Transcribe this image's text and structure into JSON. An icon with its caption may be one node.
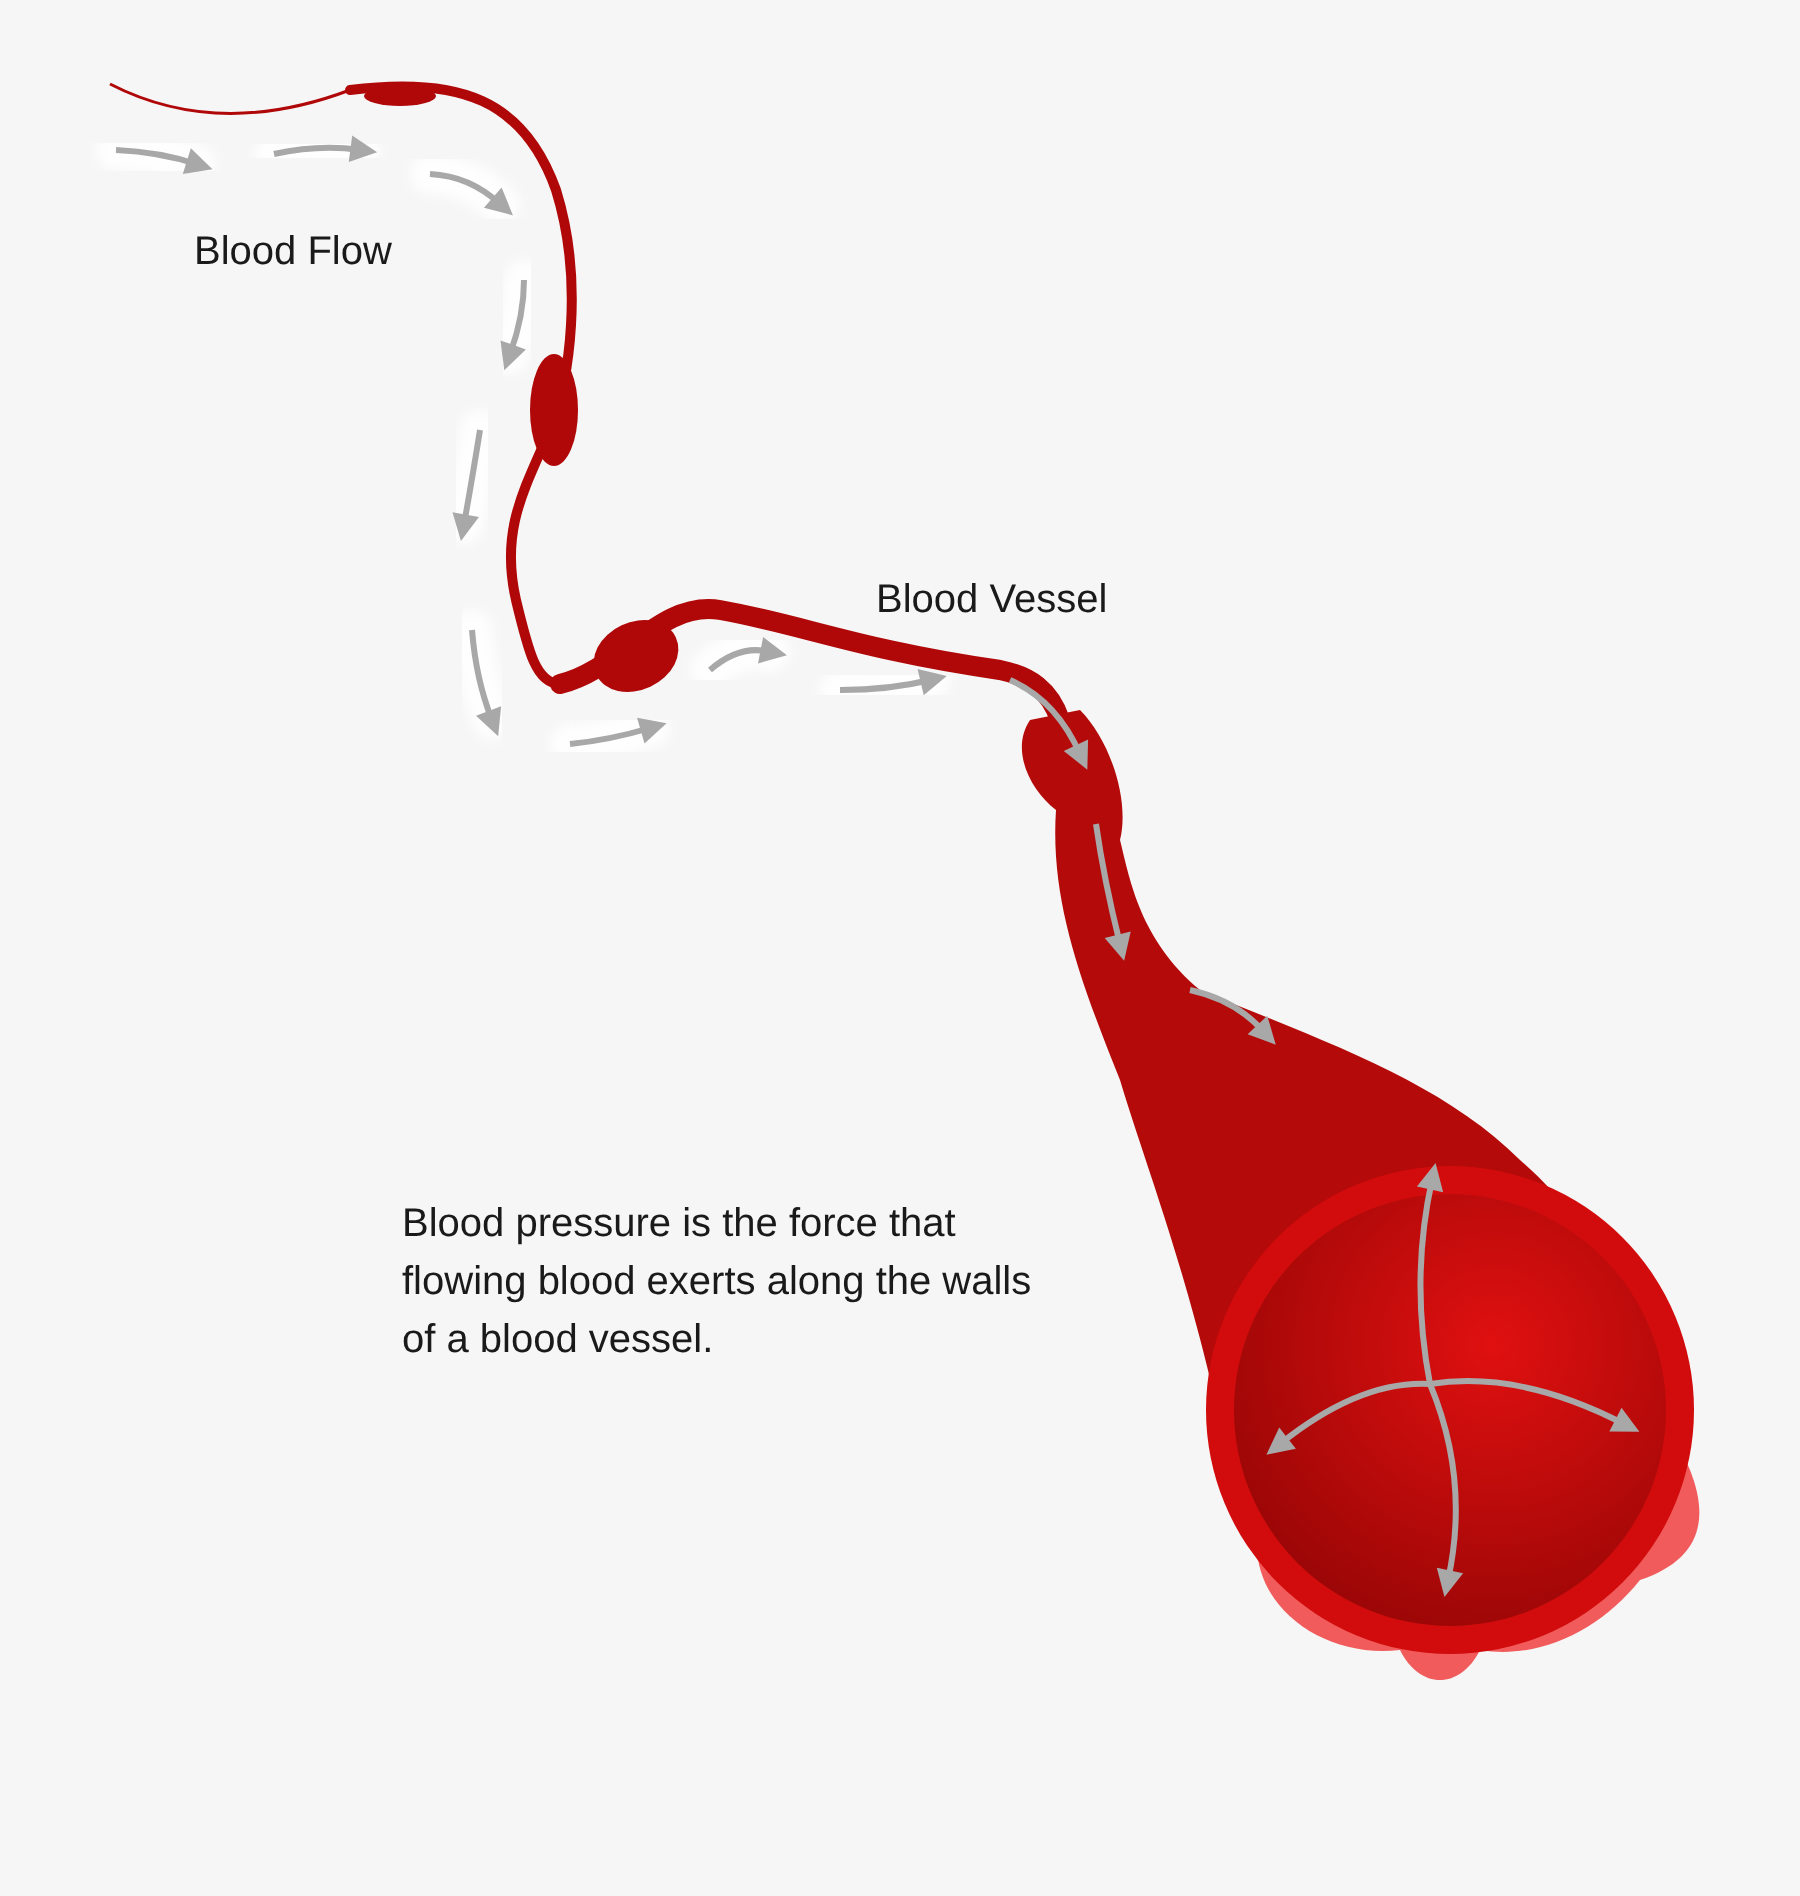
{
  "diagram": {
    "labels": [
      "Blood Flow",
      "Blood Vessel",
      "Blood pressure is the force that flowing blood exerts along the walls of a blood vessel."
    ]
  }
}
